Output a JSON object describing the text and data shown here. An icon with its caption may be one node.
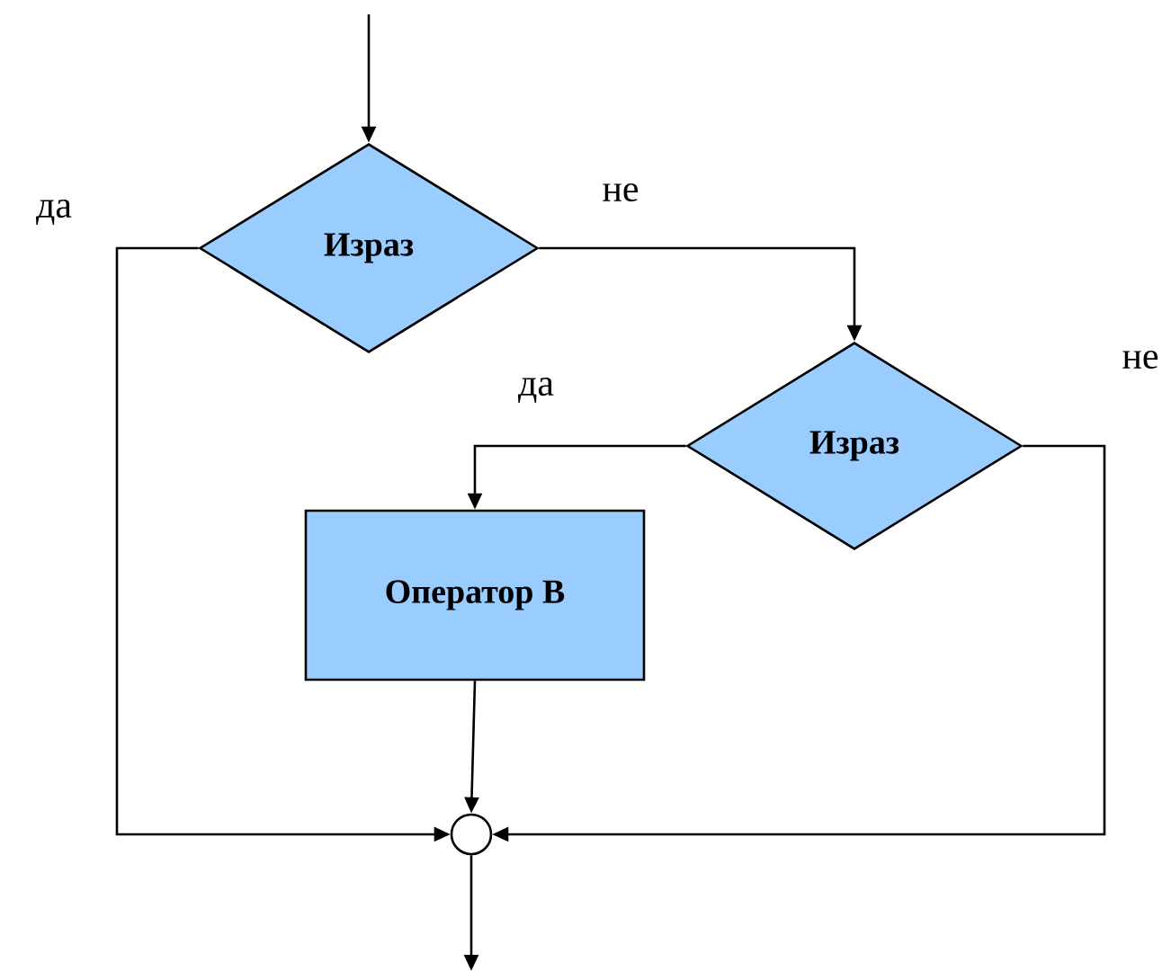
{
  "diagram": {
    "nodes": [
      {
        "text": [
          "Израз"
        ]
      },
      {
        "text": [
          "Израз"
        ]
      },
      {
        "text": [
          "Оператор B"
        ]
      },
      {
        "text": [],
        "shape": "circle"
      }
    ],
    "edges": [
      {
        "from": null,
        "to": 0,
        "arrow": "to"
      },
      {
        "from": 0,
        "to": 3,
        "arrow": "to",
        "label": "да"
      },
      {
        "from": 0,
        "to": 1,
        "arrow": "to",
        "label": "не"
      },
      {
        "from": 1,
        "to": 2,
        "arrow": "to",
        "label": "да"
      },
      {
        "from": 1,
        "to": 3,
        "arrow": "to",
        "label": "не"
      },
      {
        "from": 2,
        "to": 3,
        "arrow": "to"
      },
      {
        "from": 3,
        "to": null,
        "arrow": "to"
      }
    ]
  }
}
